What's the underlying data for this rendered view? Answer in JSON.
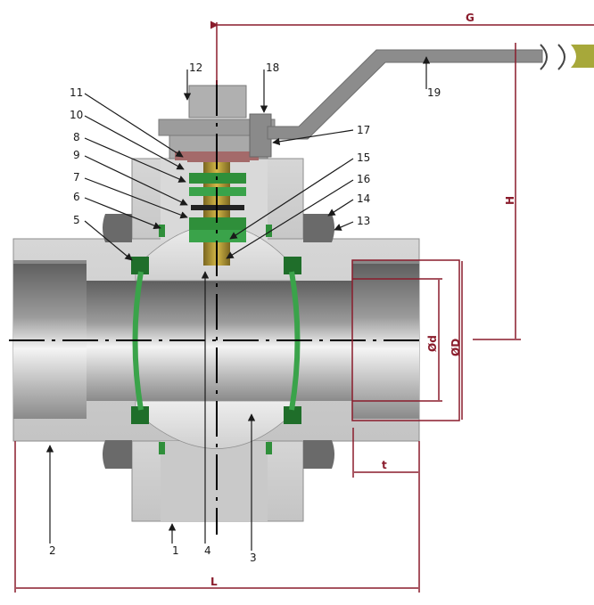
{
  "parts": {
    "p1": "1",
    "p2": "2",
    "p3": "3",
    "p4": "4",
    "p5": "5",
    "p6": "6",
    "p7": "7",
    "p8": "8",
    "p9": "9",
    "p10": "10",
    "p11": "11",
    "p12": "12",
    "p13": "13",
    "p14": "14",
    "p15": "15",
    "p16": "16",
    "p17": "17",
    "p18": "18",
    "p19": "19"
  },
  "dimensions": {
    "G": "G",
    "H": "H",
    "L": "L",
    "t": "t",
    "phi_d": "Ød",
    "phi_D": "ØD"
  },
  "colors": {
    "body": "#cfcfcf",
    "body_dark": "#9a9a9a",
    "bore": "#7d7d7d",
    "seal": "#2f8f3a",
    "stem": "#b99a2e",
    "handle": "#8c8c8c",
    "dimension": "#8a1c2c",
    "handle_grip": "#a7a83a"
  }
}
